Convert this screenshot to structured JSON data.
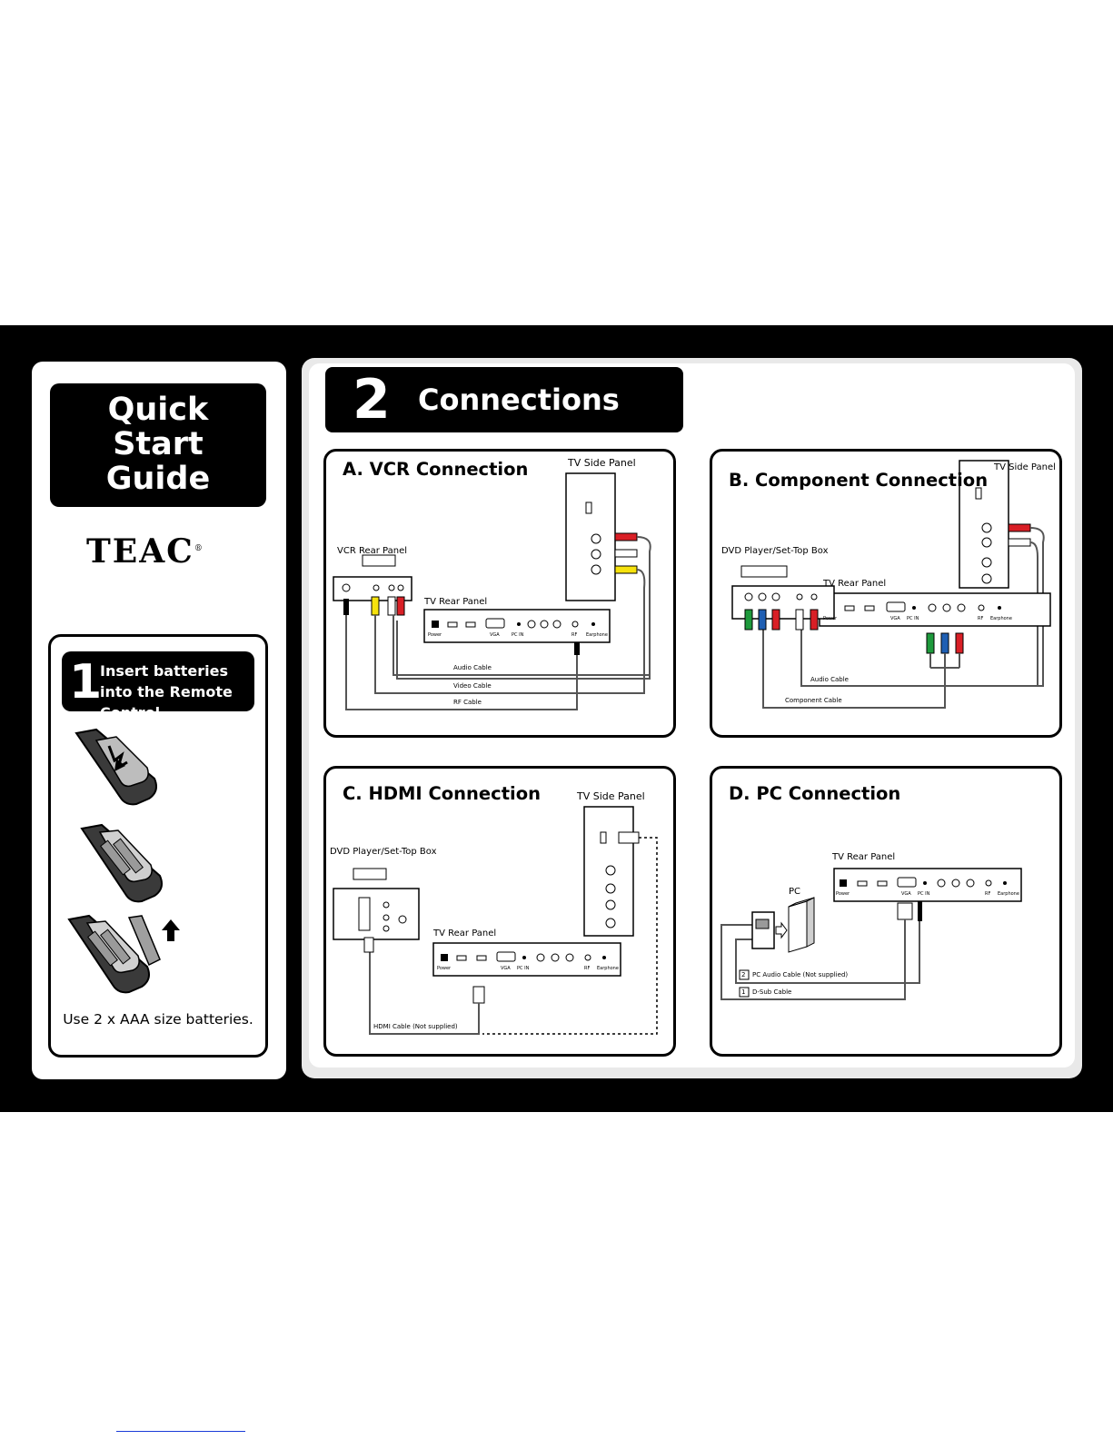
{
  "guide": {
    "title_lines": [
      "Quick",
      "Start",
      "Guide"
    ],
    "brand": "TEAC",
    "brand_mark": "®"
  },
  "step1": {
    "number": "1",
    "title": "Insert batteries into the Remote Control",
    "note": "Use 2 x AAA size batteries."
  },
  "step2": {
    "number": "2",
    "title": "Connections"
  },
  "panel_a": {
    "title": "A. VCR Connection",
    "tv_side_panel": "TV Side Panel",
    "device_label": "VCR Rear Panel",
    "tv_rear_panel": "TV Rear Panel",
    "cables": [
      "Audio Cable",
      "Video Cable",
      "RF Cable"
    ]
  },
  "panel_b": {
    "title": "B. Component Connection",
    "tv_side_panel": "TV Side Panel",
    "device_label": "DVD Player/Set-Top Box",
    "tv_rear_panel": "TV Rear Panel",
    "cables": [
      "Audio Cable",
      "Component Cable"
    ]
  },
  "panel_c": {
    "title": "C. HDMI Connection",
    "tv_side_panel": "TV Side Panel",
    "device_label": "DVD Player/Set-Top Box",
    "tv_rear_panel": "TV Rear Panel",
    "cables": [
      "HDMI Cable (Not supplied)"
    ]
  },
  "panel_d": {
    "title": "D. PC Connection",
    "tv_rear_panel": "TV Rear Panel",
    "device_label": "PC",
    "cables": [
      "PC Audio Cable (Not supplied)",
      "D-Sub Cable"
    ],
    "cable_numbers": [
      "2",
      "1"
    ]
  },
  "port_labels": {
    "power": "Power",
    "vga": "VGA",
    "pc_in": "PC IN",
    "rf": "RF",
    "earphone": "Earphone"
  },
  "colors": {
    "band": "#000000",
    "card_border": "#e9e9e9",
    "red_plug": "#d91f26",
    "white_plug": "#ffffff",
    "yellow_plug": "#f6e20d",
    "green_plug": "#1e9a3c",
    "blue_plug": "#1f5fb3"
  }
}
